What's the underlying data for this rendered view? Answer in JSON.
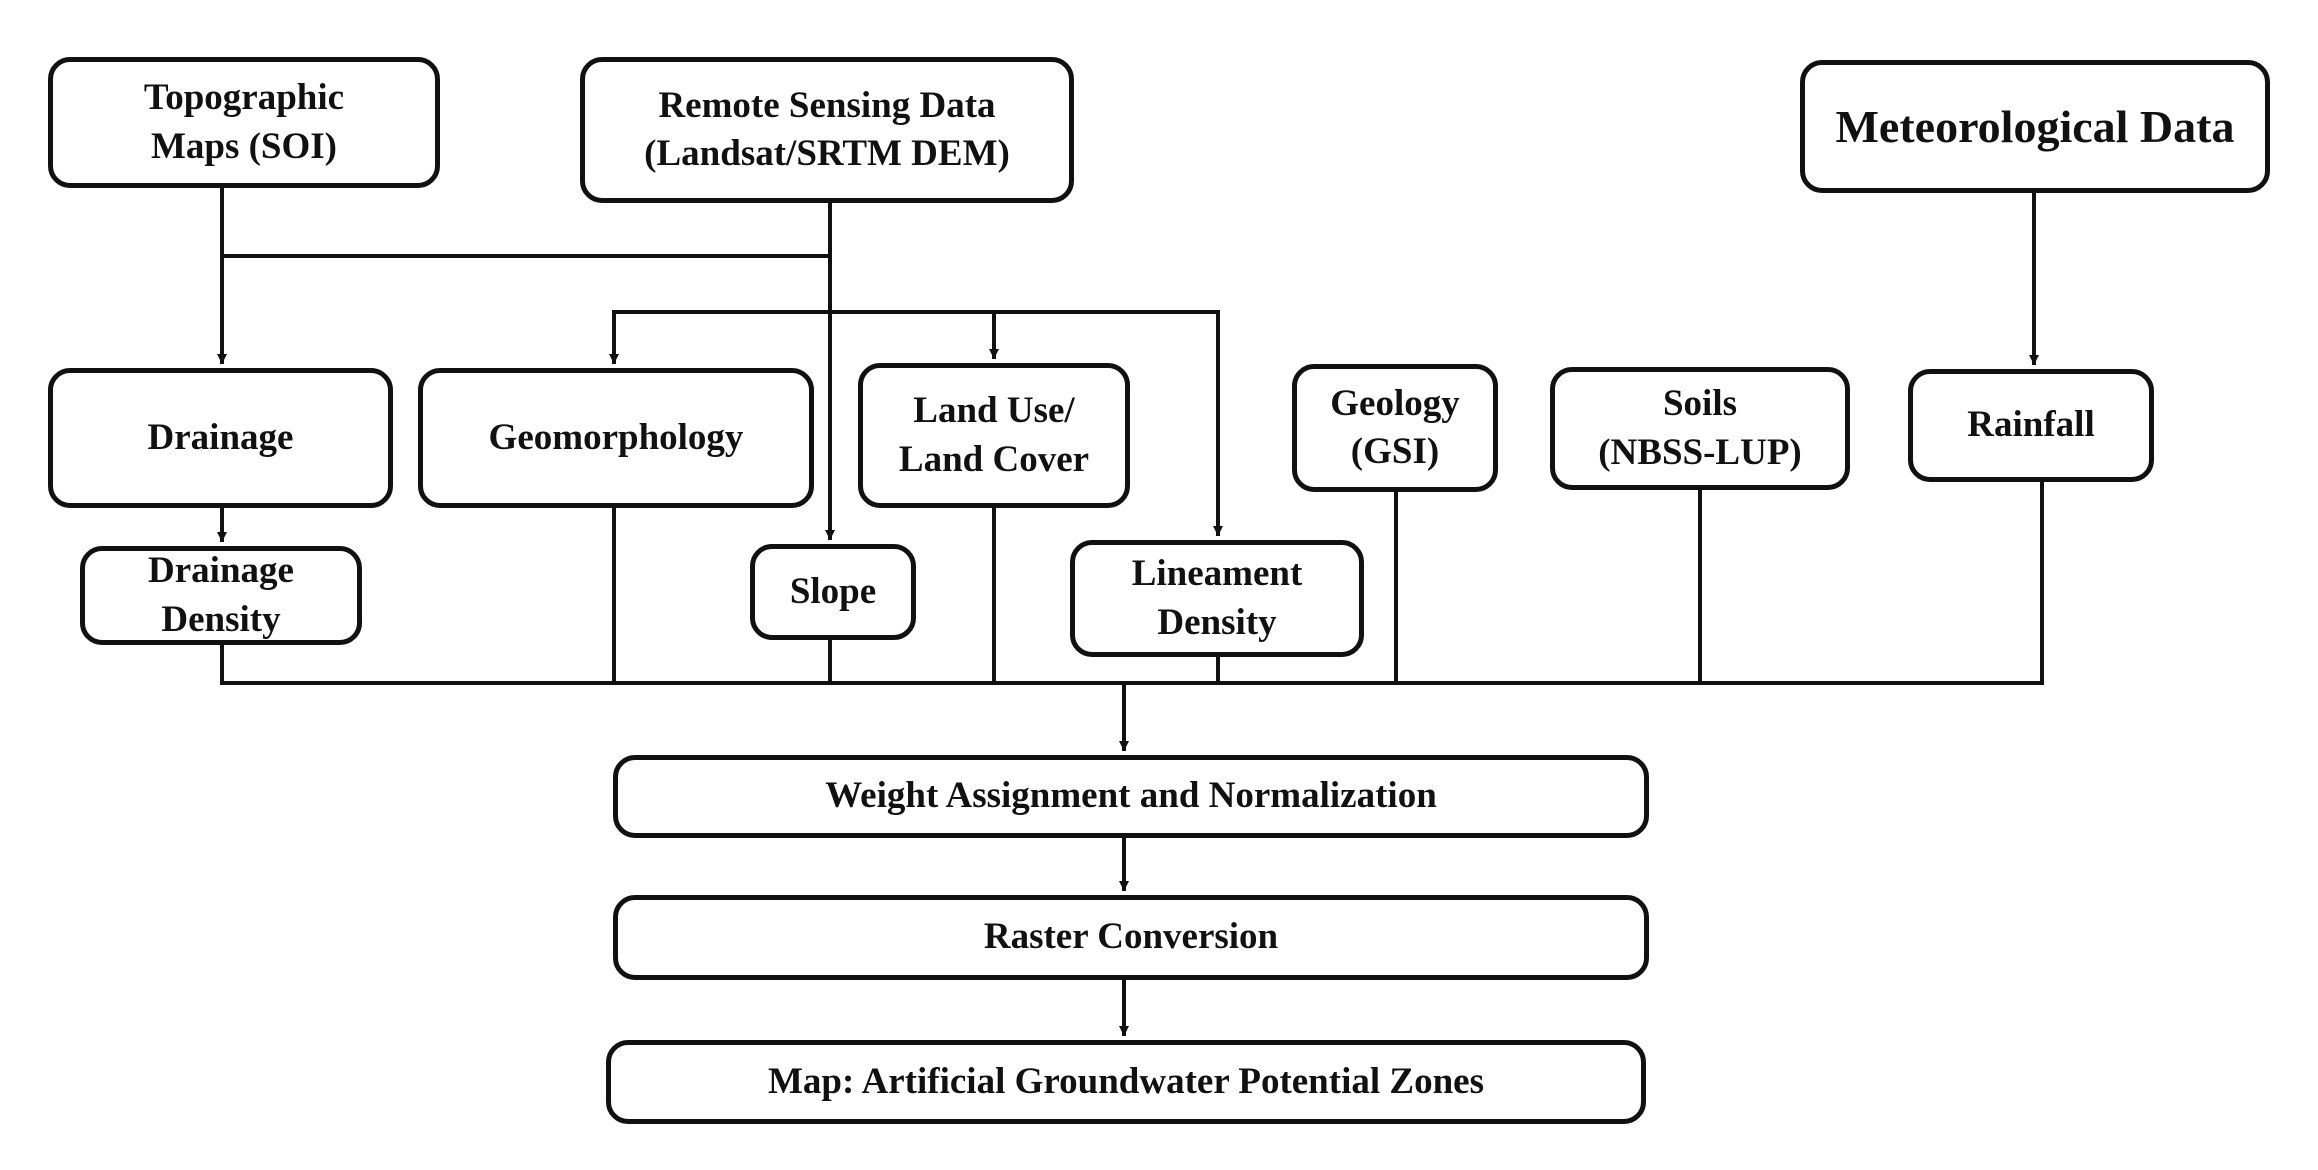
{
  "diagram": {
    "nodes": {
      "topographic_maps": "Topographic\nMaps (SOI)",
      "remote_sensing": "Remote Sensing Data\n(Landsat/SRTM DEM)",
      "meteorological": "Meteorological  Data",
      "drainage": "Drainage",
      "geomorphology": "Geomorphology",
      "land_use": "Land Use/\nLand Cover",
      "geology": "Geology\n(GSI)",
      "soils": "Soils\n(NBSS-LUP)",
      "rainfall": "Rainfall",
      "drainage_density": "Drainage\nDensity",
      "slope": "Slope",
      "lineament_density": "Lineament\nDensity",
      "weight_assignment": "Weight Assignment and  Normalization",
      "raster_conversion": "Raster Conversion",
      "output_map": "Map: Artificial  Groundwater  Potential Zones"
    },
    "edges": [
      {
        "from": "topographic_maps",
        "to": "drainage"
      },
      {
        "from": "remote_sensing",
        "to": "drainage"
      },
      {
        "from": "remote_sensing",
        "to": "slope"
      },
      {
        "from": "remote_sensing",
        "to": "geomorphology"
      },
      {
        "from": "remote_sensing",
        "to": "land_use"
      },
      {
        "from": "remote_sensing",
        "to": "lineament_density"
      },
      {
        "from": "meteorological",
        "to": "rainfall"
      },
      {
        "from": "drainage",
        "to": "drainage_density"
      },
      {
        "from": "drainage_density",
        "to": "weight_assignment"
      },
      {
        "from": "geomorphology",
        "to": "weight_assignment"
      },
      {
        "from": "slope",
        "to": "weight_assignment"
      },
      {
        "from": "land_use",
        "to": "weight_assignment"
      },
      {
        "from": "lineament_density",
        "to": "weight_assignment"
      },
      {
        "from": "geology",
        "to": "weight_assignment"
      },
      {
        "from": "soils",
        "to": "weight_assignment"
      },
      {
        "from": "rainfall",
        "to": "weight_assignment"
      },
      {
        "from": "weight_assignment",
        "to": "raster_conversion"
      },
      {
        "from": "raster_conversion",
        "to": "output_map"
      }
    ],
    "colors": {
      "line": "#111111",
      "border": "#111111",
      "background": "#ffffff",
      "text": "#111111"
    }
  }
}
